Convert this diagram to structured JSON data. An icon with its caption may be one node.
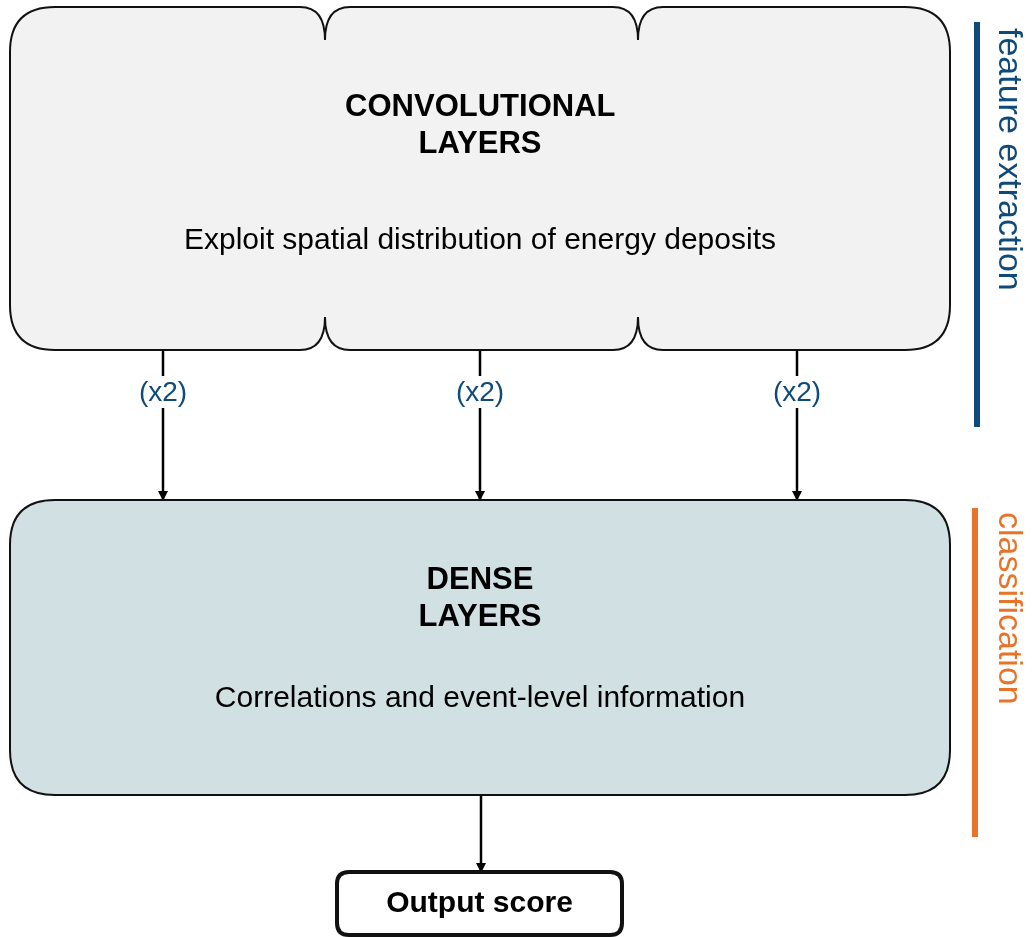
{
  "diagram": {
    "nodes": [
      {
        "text": [
          "CONVOLUTIONAL LAYERS",
          "Exploit spatial distribution of energy deposits"
        ]
      },
      {
        "text": [
          "DENSE LAYERS",
          "Correlations and event-level information"
        ]
      },
      {
        "text": [
          "Output score"
        ]
      }
    ],
    "edges": [
      {
        "from": 0,
        "to": 1,
        "arrow": "to",
        "label": "(x2)"
      },
      {
        "from": 0,
        "to": 1,
        "arrow": "to",
        "label": "(x2)"
      },
      {
        "from": 0,
        "to": 1,
        "arrow": "to",
        "label": "(x2)"
      },
      {
        "from": 1,
        "to": 2,
        "arrow": "to"
      }
    ],
    "labels": [
      "feature extraction",
      "classification"
    ]
  }
}
